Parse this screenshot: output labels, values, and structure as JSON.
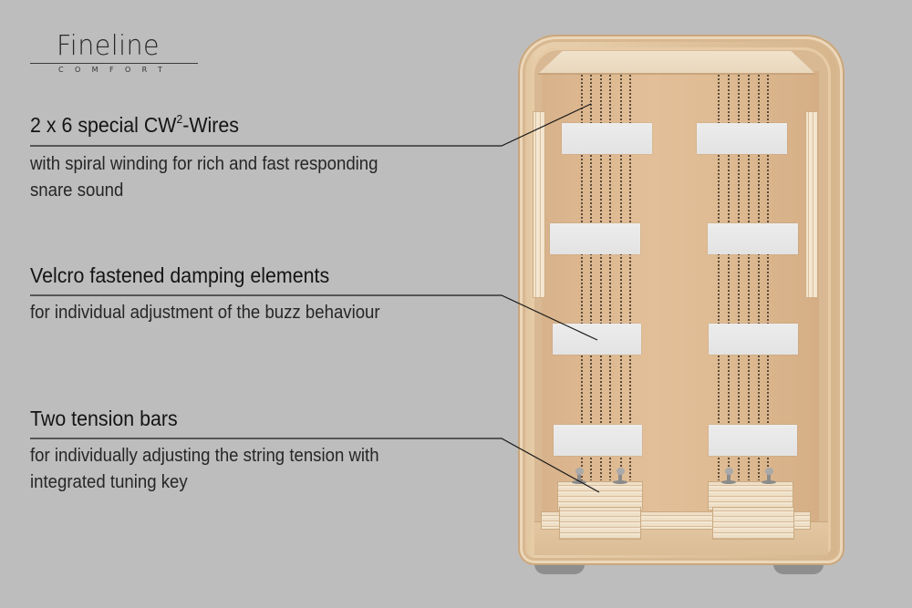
{
  "brand": {
    "name": "Fineline",
    "subtitle": "COMFORT"
  },
  "features": [
    {
      "title_prefix": "2 x 6 special CW",
      "title_sup": "2",
      "title_suffix": "-Wires",
      "description_lines": [
        "with spiral winding for rich and fast responding",
        "snare sound"
      ]
    },
    {
      "title": "Velcro fastened damping elements",
      "description_lines": [
        "for individual adjustment of the buzz behaviour"
      ]
    },
    {
      "title": "Two tension bars",
      "description_lines": [
        "for individually adjusting the string tension with",
        "integrated tuning key"
      ]
    }
  ],
  "product_image": {
    "subject": "cajon-interior",
    "wire_sets": 2,
    "wires_per_set": 6,
    "damping_pads": 8,
    "tension_bars": 2
  },
  "colors": {
    "background": "#bdbdbd",
    "text": "#1c1c1c",
    "wood": "#dcbf99",
    "pad": "#e8e8e8",
    "leader_line": "#1a1a1a"
  }
}
